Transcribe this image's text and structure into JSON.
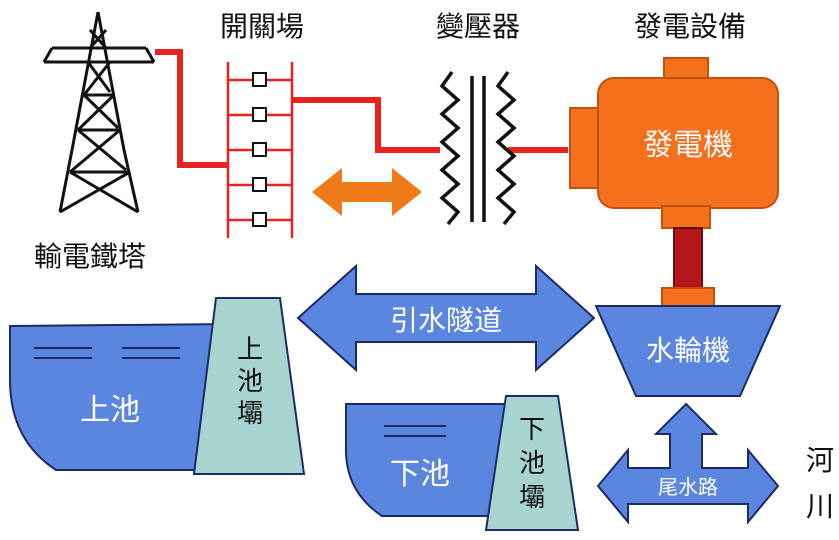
{
  "labels": {
    "transmission_tower": "輸電鐵塔",
    "switchyard": "開關場",
    "transformer": "變壓器",
    "generation_equipment": "發電設備",
    "generator": "發電機",
    "headrace_tunnel": "引水隧道",
    "turbine": "水輪機",
    "upper_reservoir": "上池",
    "upper_dam": [
      "上",
      "池",
      "壩"
    ],
    "lower_reservoir": "下池",
    "lower_dam": [
      "下",
      "池",
      "壩"
    ],
    "tailrace": "尾水路",
    "river": [
      "河",
      "川"
    ]
  },
  "colors": {
    "power_line": "#e8231f",
    "arrow_orange": "#f07a1a",
    "generator": "#f5701d",
    "generator_edge": "#c2510c",
    "shaft": "#b3171a",
    "water_blue": "#5b86e0",
    "water_edge": "#1d2a66",
    "dam": "#a8d4cf"
  }
}
